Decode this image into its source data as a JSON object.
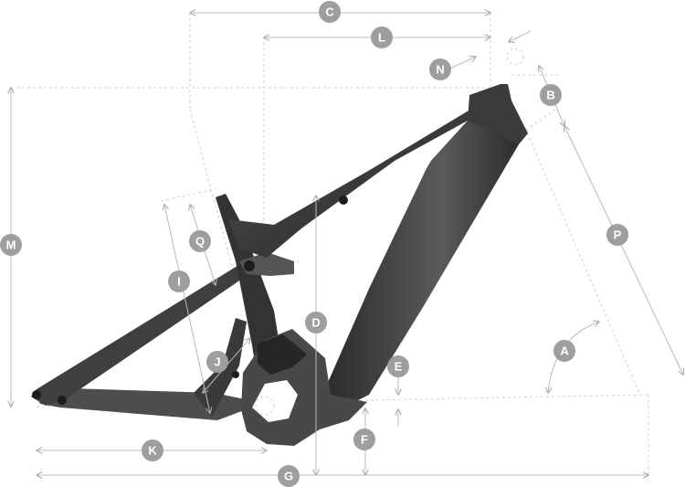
{
  "diagram": {
    "labels": {
      "A": "A",
      "B": "B",
      "C": "C",
      "D": "D",
      "E": "E",
      "F": "F",
      "G": "G",
      "I": "I",
      "J": "J",
      "K": "K",
      "L": "L",
      "M": "M",
      "N": "N",
      "P": "P",
      "Q": "Q"
    },
    "colors": {
      "frame_dark": "#2b2b2b",
      "frame_mid": "#4a4a4a",
      "frame_light": "#6a6a6a",
      "badge": "#9e9e9e",
      "dimension_line": "#b9b9b9"
    }
  }
}
